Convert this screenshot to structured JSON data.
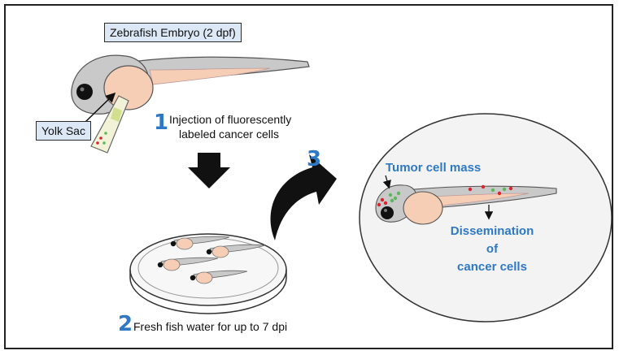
{
  "labels": {
    "embryo": "Zebrafish Embryo (2 dpf)",
    "yolk_sac": "Yolk Sac"
  },
  "steps": [
    {
      "number": "1",
      "line1": "Injection of fluorescently",
      "line2": "labeled cancer cells"
    },
    {
      "number": "2",
      "text": "Fresh fish water for up to 7 dpi"
    },
    {
      "number": "3"
    }
  ],
  "annotations": {
    "tumor": "Tumor cell mass",
    "dissemination_line1": "Dissemination of",
    "dissemination_line2": "cancer cells"
  },
  "colors": {
    "accent": "#2f78c4",
    "fish_body": "#c9c9c9",
    "yolk": "#f6cdb5",
    "red_cells": "#d9232e",
    "green_cells": "#5cb85c",
    "label_bg": "#dce8f6"
  }
}
